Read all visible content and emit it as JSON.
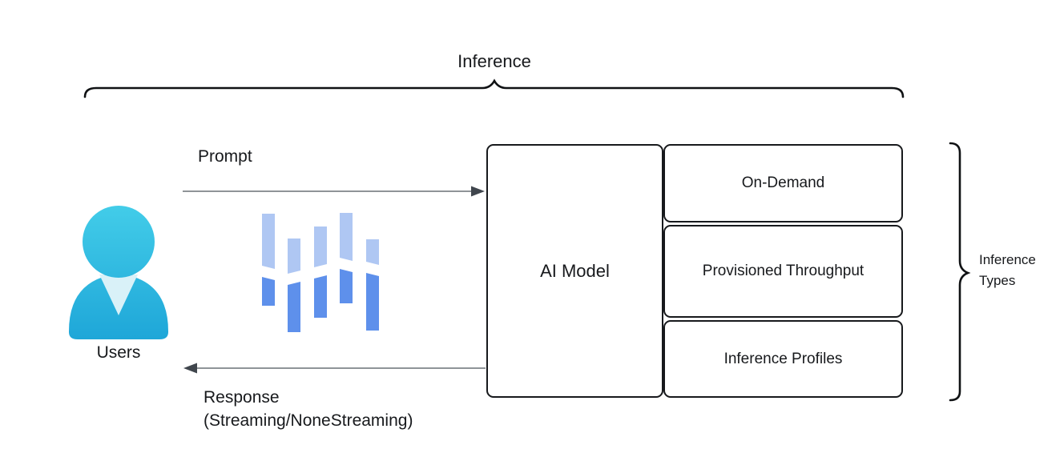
{
  "diagram": {
    "title": "Inference",
    "user": {
      "label": "Users"
    },
    "arrows": {
      "prompt_label": "Prompt",
      "response_label_line1": "Response",
      "response_label_line2": "(Streaming/NoneStreaming)"
    },
    "ai_model": {
      "label": "AI Model"
    },
    "inference_types": {
      "group_label": "Inference Types",
      "items": [
        {
          "label": "On-Demand"
        },
        {
          "label": "Provisioned Throughput"
        },
        {
          "label": "Inference Profiles"
        }
      ]
    },
    "icons": {
      "users_icon": "person-silhouette",
      "activity_icon": "bar-chart-wave",
      "top_brace": "horizontal-curly-brace",
      "right_brace": "vertical-curly-brace",
      "prompt_arrow": "right-arrow",
      "response_arrow": "left-arrow"
    },
    "colors": {
      "bg": "#ffffff",
      "text": "#17191c",
      "stroke": "#101214",
      "border": "#17191c",
      "arrow_line": "#6a7076",
      "arrow_head": "#40464d",
      "user_top": "#43cde9",
      "user_bottom": "#1ea6d8",
      "user_collar": "#d9f1f8",
      "bars_light": "#afc7f3",
      "bars_dark": "#5e90eb"
    }
  }
}
